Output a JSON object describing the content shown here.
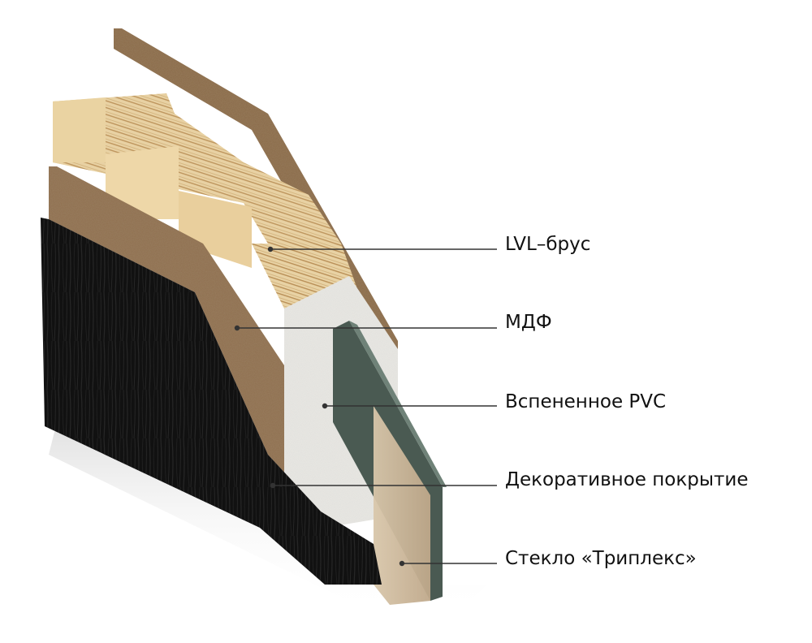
{
  "diagram": {
    "colors": {
      "decor_black": "#151515",
      "mdf_brown": "#9a7a58",
      "lvl_wood": "#e2c99a",
      "pvc_white": "#ecebe6",
      "glass_tint": "#cdb89c",
      "glass_edge": "#4a5a52",
      "leader_line": "#333333"
    },
    "callouts": [
      {
        "id": "lvl",
        "label": "LVL–брус"
      },
      {
        "id": "mdf",
        "label": "МДФ"
      },
      {
        "id": "pvc",
        "label": "Вспененное PVC"
      },
      {
        "id": "decor",
        "label": "Декоративное покрытие"
      },
      {
        "id": "glass",
        "label": "Стекло «Триплекс»"
      }
    ]
  }
}
